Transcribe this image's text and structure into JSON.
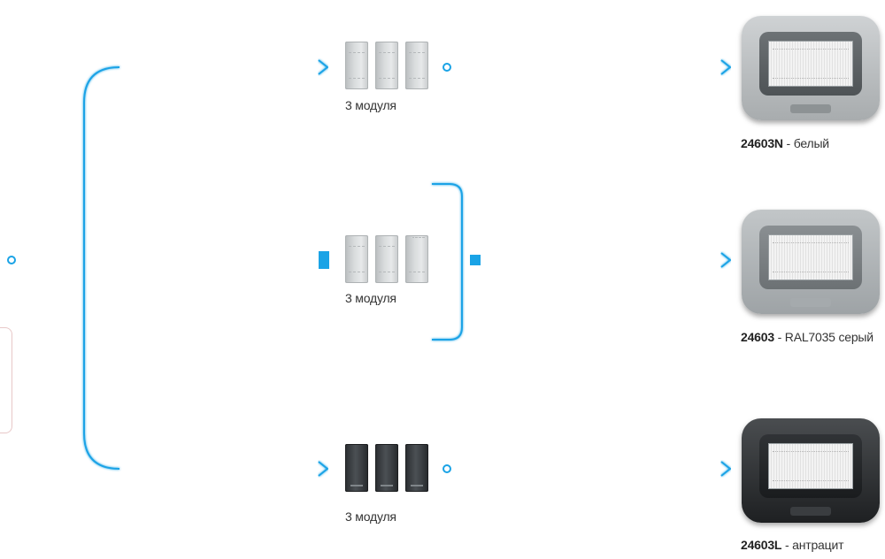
{
  "branches": [
    {
      "id": "top",
      "module_label": "3 модуля",
      "module_finish": "light",
      "connector": "circle",
      "product": {
        "code": "24603N",
        "description": "белый",
        "finish": "white"
      }
    },
    {
      "id": "middle",
      "module_label": "3 модуля",
      "module_finish": "light",
      "connector": "square",
      "product": {
        "code": "24603",
        "description": "RAL7035 серый",
        "finish": "grey"
      }
    },
    {
      "id": "bottom",
      "module_label": "3 модуля",
      "module_finish": "dark",
      "connector": "circle",
      "product": {
        "code": "24603L",
        "description": "антрацит",
        "finish": "anthracite"
      }
    }
  ],
  "separator": " - ",
  "colors": {
    "line": "#1aa3e6",
    "text": "#333333"
  }
}
